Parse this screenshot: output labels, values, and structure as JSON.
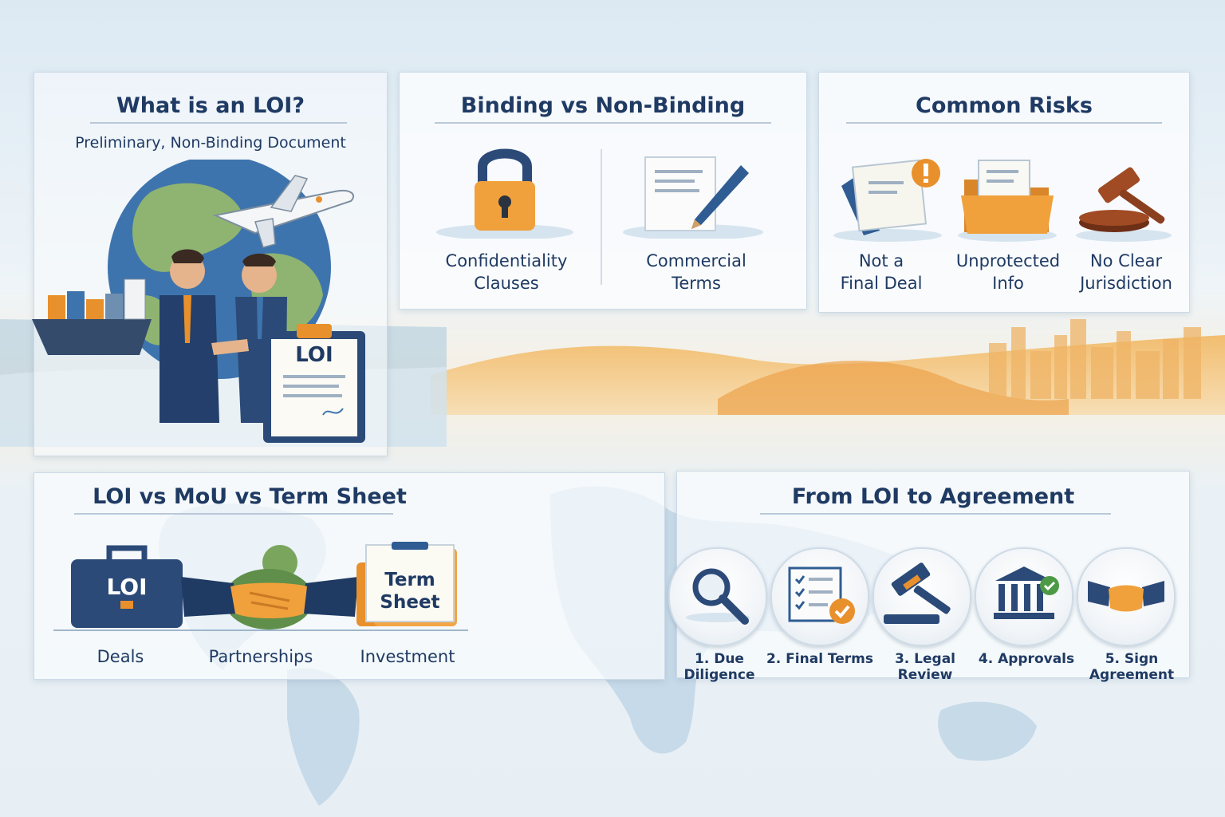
{
  "panels": {
    "what_is": {
      "title": "What is an LOI?",
      "subtitle": "Preliminary, Non-Binding Document",
      "clipboard_label": "LOI"
    },
    "binding": {
      "title": "Binding vs Non-Binding",
      "items": [
        {
          "label_line1": "Confidentiality",
          "label_line2": "Clauses",
          "icon": "padlock-icon"
        },
        {
          "label_line1": "Commercial",
          "label_line2": "Terms",
          "icon": "document-pen-icon"
        }
      ]
    },
    "risks": {
      "title": "Common Risks",
      "items": [
        {
          "label_line1": "Not a",
          "label_line2": "Final Deal",
          "icon": "warning-document-icon"
        },
        {
          "label_line1": "Unprotected",
          "label_line2": "Info",
          "icon": "open-folder-icon"
        },
        {
          "label_line1": "No Clear",
          "label_line2": "Jurisdiction",
          "icon": "gavel-icon"
        }
      ]
    },
    "compare": {
      "title": "LOI vs MoU vs Term Sheet",
      "briefcase_label": "LOI",
      "termsheet_line1": "Term",
      "termsheet_line2": "Sheet",
      "items": [
        {
          "label": "Deals",
          "icon": "briefcase-icon"
        },
        {
          "label": "Partnerships",
          "icon": "handshake-icon"
        },
        {
          "label": "Investment",
          "icon": "term-sheet-icon"
        }
      ]
    },
    "steps": {
      "title": "From LOI to Agreement",
      "items": [
        {
          "label": "1. Due Diligence",
          "icon": "magnifier-icon"
        },
        {
          "label": "2. Final Terms",
          "icon": "checklist-icon"
        },
        {
          "label": "3. Legal Review",
          "icon": "gavel-icon"
        },
        {
          "label": "4. Approvals",
          "icon": "bank-check-icon"
        },
        {
          "label": "5. Sign Agreement",
          "icon": "handshake-icon"
        }
      ]
    }
  },
  "colors": {
    "navy": "#1f3a63",
    "orange": "#e8902c",
    "blue": "#2f5d93",
    "green": "#4c9a46"
  }
}
